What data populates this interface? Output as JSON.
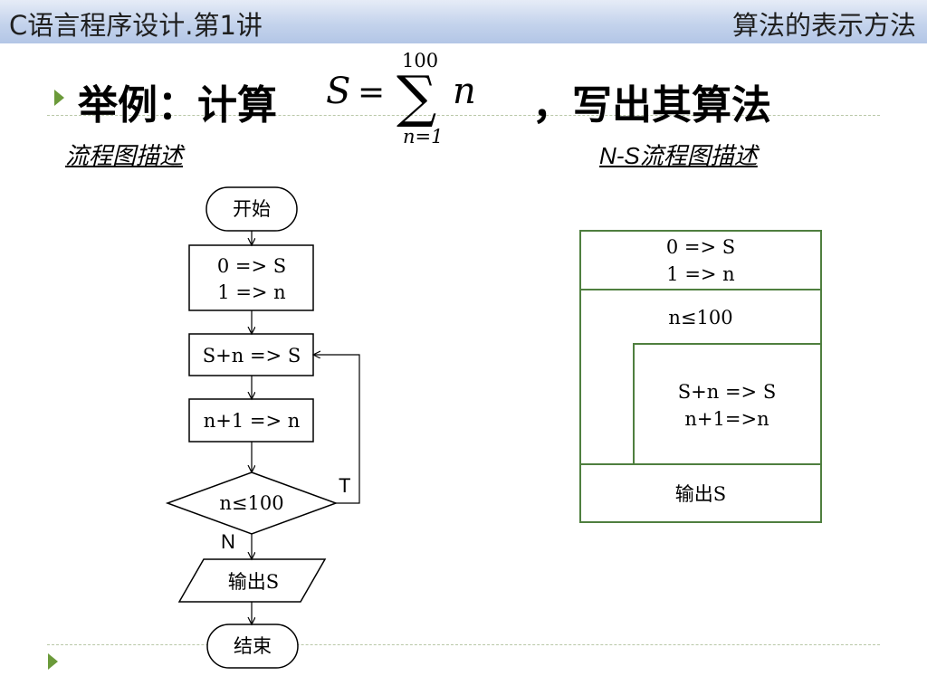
{
  "header": {
    "course": "C语言程序设计.第1讲",
    "topic": "算法的表示方法"
  },
  "title": {
    "prefix": "举例：计算",
    "formula": {
      "lhs": "S",
      "eq": "=",
      "sigma": "∑",
      "upper": "100",
      "lower": "n=1",
      "term": "n"
    },
    "suffix": "，写出其算法"
  },
  "flowchart": {
    "caption": "流程图描述",
    "start": "开始",
    "init": [
      "0 => S",
      "1 => n"
    ],
    "add": "S+n => S",
    "inc": "n+1 => n",
    "cond": "n≤100",
    "true_label": "T",
    "false_label": "N",
    "output": "输出S",
    "end": "结束"
  },
  "ns_chart": {
    "caption": "N-S流程图描述",
    "init": [
      "0 => S",
      "1 => n"
    ],
    "loop_cond": "n≤100",
    "body": [
      "S+n => S",
      "n+1=>n"
    ],
    "output": "输出S"
  },
  "colors": {
    "ns_border": "#4f7f3f",
    "bullet": "#6b9a3a",
    "header_bg": "#c4d3ec"
  }
}
